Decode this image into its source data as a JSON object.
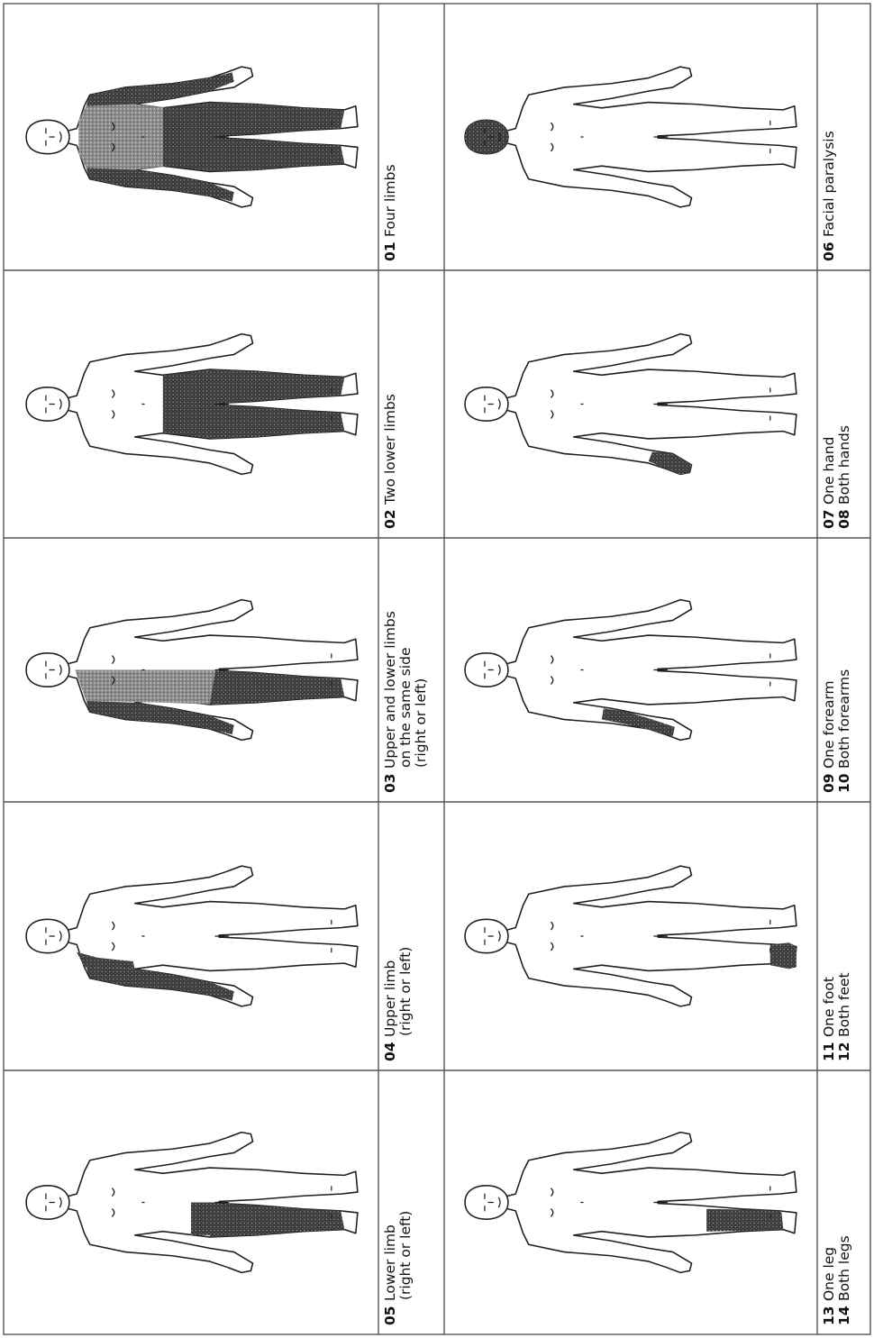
{
  "panels": [
    {
      "row": 0,
      "col": 0,
      "code": "01",
      "lines": [
        "Four limbs"
      ],
      "shaded": [
        "torso_upper",
        "torso_lower",
        "arm_l",
        "arm_r",
        "leg_l",
        "leg_r"
      ]
    },
    {
      "row": 0,
      "col": 1,
      "code": "02",
      "lines": [
        "Two lower limbs"
      ],
      "shaded": [
        "torso_lower",
        "leg_l",
        "leg_r"
      ]
    },
    {
      "row": 0,
      "col": 2,
      "code": "03",
      "lines": [
        "Upper and lower limbs",
        "on the same side",
        "(right or left)"
      ],
      "shaded": [
        "side_l",
        "arm_l",
        "leg_l"
      ]
    },
    {
      "row": 0,
      "col": 3,
      "code": "04",
      "lines": [
        "Upper limb",
        "(right or left)"
      ],
      "shaded": [
        "shoulder_l",
        "arm_l"
      ]
    },
    {
      "row": 0,
      "col": 4,
      "code": "05",
      "lines": [
        "Lower limb",
        "(right or left)"
      ],
      "shaded": [
        "hip_l",
        "leg_l"
      ]
    },
    {
      "row": 1,
      "col": 0,
      "code": "06",
      "lines": [
        "Facial paralysis"
      ],
      "shaded": [
        "head"
      ]
    },
    {
      "row": 1,
      "col": 1,
      "code": "07",
      "code2": "08",
      "lines": [
        "One hand",
        "Both hands"
      ],
      "shaded": [
        "hand_l"
      ]
    },
    {
      "row": 1,
      "col": 2,
      "code": "09",
      "code2": "10",
      "lines": [
        "One forearm",
        "Both forearms"
      ],
      "shaded": [
        "forearm_l"
      ]
    },
    {
      "row": 1,
      "col": 3,
      "code": "11",
      "code2": "12",
      "lines": [
        "One foot",
        "Both feet"
      ],
      "shaded": [
        "foot_l"
      ]
    },
    {
      "row": 1,
      "col": 4,
      "code": "13",
      "code2": "14",
      "lines": [
        "One leg",
        "Both legs"
      ],
      "shaded": [
        "shin_l"
      ]
    }
  ],
  "colors": {
    "shade": "#2b2b2b",
    "shade_light": "#6f6f6f",
    "line": "#1e1e1e",
    "grid": "#555555"
  }
}
